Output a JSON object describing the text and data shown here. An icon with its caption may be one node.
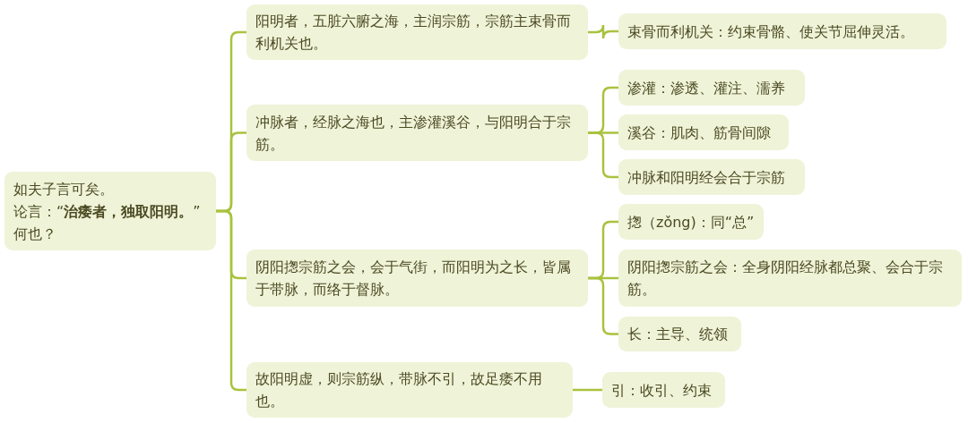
{
  "diagram": {
    "nodes": [
      {
        "text": [
          "如夫子言可矣。",
          "论言：“**治痿者，独取阳明。**”",
          "何也？"
        ]
      },
      {
        "text": [
          "阳明者，五脏六腑之海，主润宗筋，宗筋主束骨而利机关也。"
        ]
      },
      {
        "text": [
          "冲脉者，经脉之海也，主渗灌溪谷，与阳明合于宗筋。"
        ]
      },
      {
        "text": [
          "阴阳揔宗筋之会，会于气街，而阳明为之长，皆属于带脉，而络于督脉。"
        ]
      },
      {
        "text": [
          "故阳明虚，则宗筋纵，带脉不引，故足痿不用也。"
        ]
      },
      {
        "text": [
          "束骨而利机关：约束骨骼、使关节屈伸灵活。"
        ]
      },
      {
        "text": [
          "渗灌：渗透、灌注、濡养"
        ]
      },
      {
        "text": [
          "溪谷：肌肉、筋骨间隙"
        ]
      },
      {
        "text": [
          "冲脉和阳明经会合于宗筋"
        ]
      },
      {
        "text": [
          "揔（zǒng)：同“总”"
        ]
      },
      {
        "text": [
          "阴阳揔宗筋之会：全身阴阳经脉都总聚、会合于宗筋。"
        ]
      },
      {
        "text": [
          "长：主导、统领"
        ]
      },
      {
        "text": [
          "引：收引、约束"
        ]
      }
    ],
    "edges": [
      {
        "from": 0,
        "to": 1,
        "arrow": "none"
      },
      {
        "from": 0,
        "to": 2,
        "arrow": "none"
      },
      {
        "from": 0,
        "to": 3,
        "arrow": "none"
      },
      {
        "from": 0,
        "to": 4,
        "arrow": "none"
      },
      {
        "from": 1,
        "to": 5,
        "arrow": "none"
      },
      {
        "from": 2,
        "to": 6,
        "arrow": "none"
      },
      {
        "from": 2,
        "to": 7,
        "arrow": "none"
      },
      {
        "from": 2,
        "to": 8,
        "arrow": "none"
      },
      {
        "from": 3,
        "to": 9,
        "arrow": "none"
      },
      {
        "from": 3,
        "to": 10,
        "arrow": "none"
      },
      {
        "from": 3,
        "to": 11,
        "arrow": "none"
      },
      {
        "from": 4,
        "to": 12,
        "arrow": "none"
      }
    ]
  }
}
